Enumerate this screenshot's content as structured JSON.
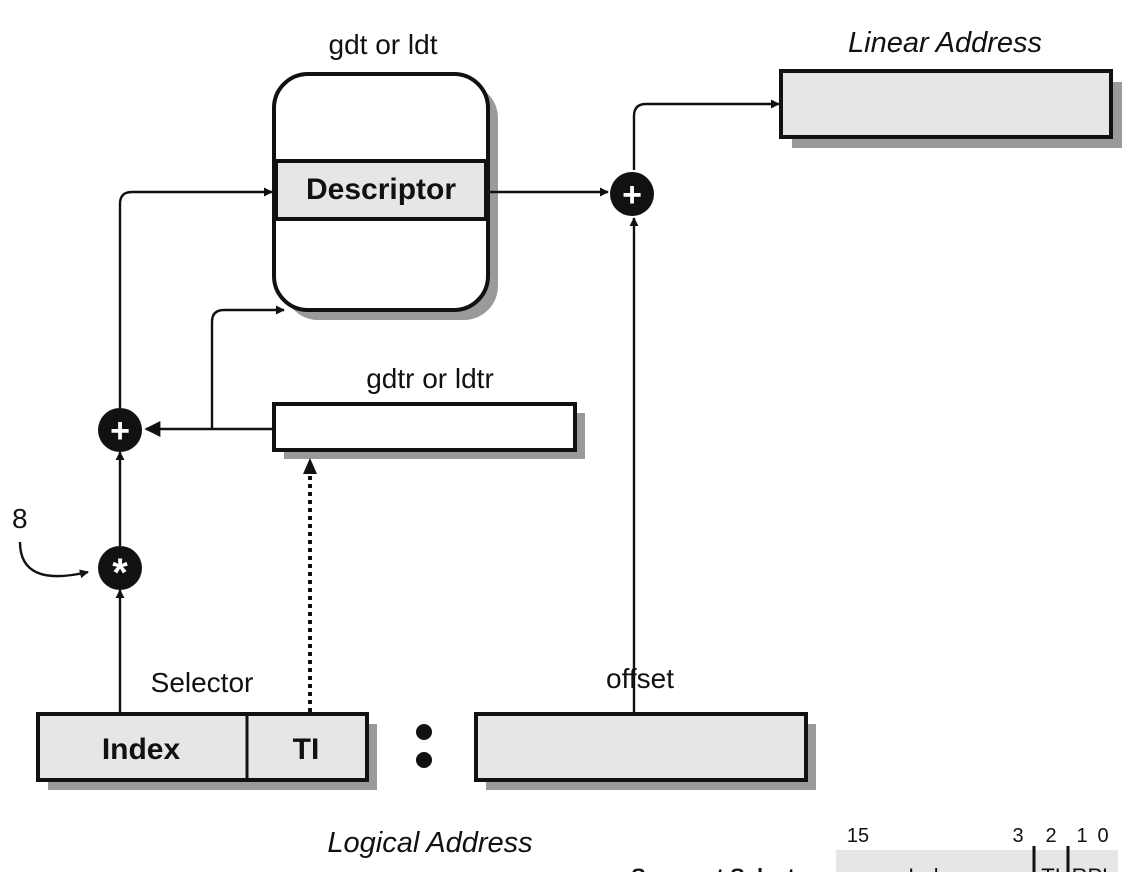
{
  "colors": {
    "box_fill_grey": "#e6e6e6",
    "box_fill_white": "#ffffff",
    "stroke": "#111111",
    "shadow": "#9a9a9a"
  },
  "labels": {
    "gdt_or_ldt": "gdt or ldt",
    "descriptor": "Descriptor",
    "linear_address": "Linear Address",
    "gdtr_or_ldtr": "gdtr or ldtr",
    "eight": "8",
    "selector": "Selector",
    "index": "Index",
    "ti": "TI",
    "colon": ":",
    "offset": "offset",
    "logical_address": "Logical Address"
  },
  "operators": {
    "plus": "+",
    "times": "*"
  },
  "bit_field": {
    "bit_numbers": [
      "15",
      "3",
      "2",
      "1",
      "0"
    ],
    "row_label": "Segment Selector",
    "fields": [
      "Index",
      "TI",
      "RPL"
    ]
  }
}
